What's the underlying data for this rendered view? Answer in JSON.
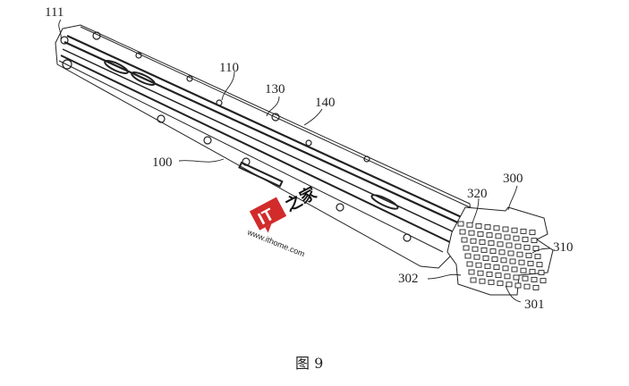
{
  "figure": {
    "caption": "图 9",
    "labels": {
      "l111": "111",
      "l110": "110",
      "l130": "130",
      "l140": "140",
      "l100": "100",
      "l300": "300",
      "l320": "320",
      "l310": "310",
      "l302": "302",
      "l301": "301"
    }
  },
  "watermark": {
    "logo_text": "IT之家",
    "url": "www.ithome.com",
    "color": "#d22b2b"
  }
}
